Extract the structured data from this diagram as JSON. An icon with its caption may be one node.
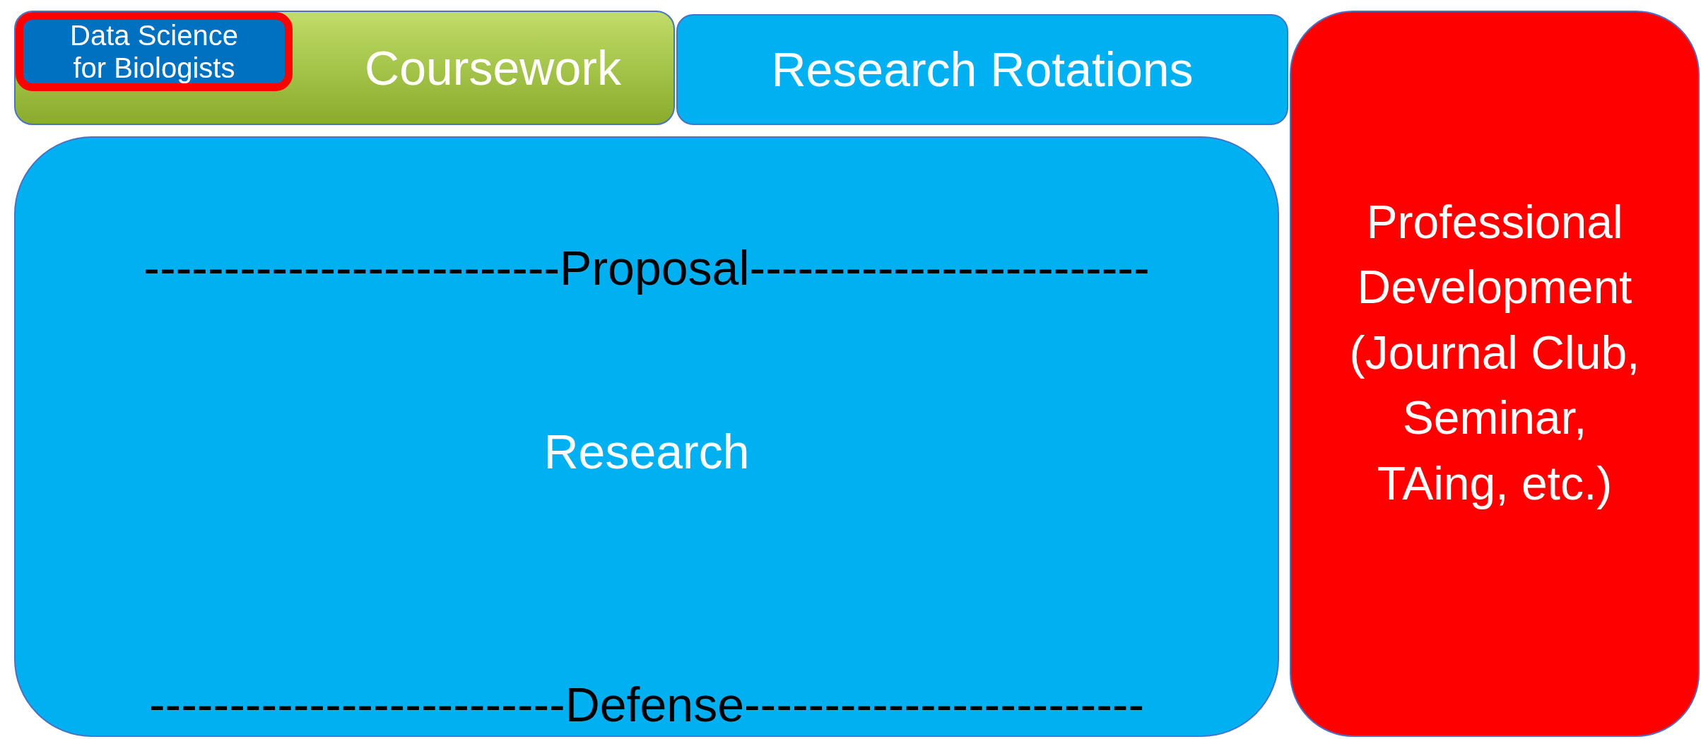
{
  "diagram": {
    "nodes": [
      {
        "text": [
          "Coursework"
        ]
      },
      {
        "text": [
          "Data Science for Biologists"
        ],
        "in": 0
      },
      {
        "text": [
          "Research Rotations"
        ]
      },
      {
        "text": [
          "--------------------------Proposal-------------------------",
          "Research",
          "--------------------------Defense-------------------------"
        ]
      },
      {
        "text": [
          "Professional Development (Journal Club, Seminar, TAing, etc.)"
        ]
      }
    ]
  }
}
